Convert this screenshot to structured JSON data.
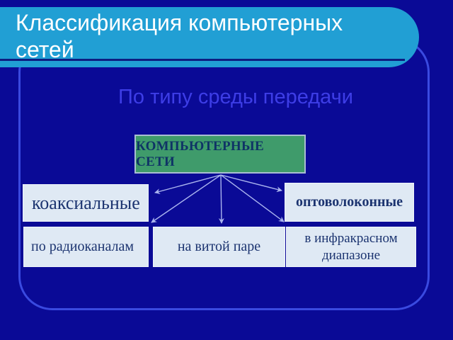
{
  "slide": {
    "title": "Классификация компьютерных сетей",
    "subtitle": "По типу среды передачи"
  },
  "diagram": {
    "root": {
      "label": "КОМПЬЮТЕРНЫЕ СЕТИ"
    },
    "children": [
      {
        "label": "коаксиальные"
      },
      {
        "label": "оптоволоконные"
      },
      {
        "label": "по радиоканалам"
      },
      {
        "label": "на витой паре"
      },
      {
        "label": "в инфракрасном диапазоне"
      }
    ]
  },
  "colors": {
    "background": "#0a0a96",
    "banner": "#219fd4",
    "banner_underline": "#0d1d80",
    "frame_border": "#3a4ae0",
    "subtitle_text": "#3d3de6",
    "root_node_fill": "#3f9b6b",
    "root_node_border": "#a9bdd2",
    "child_node_fill": "#dfe9f4",
    "node_text": "#1c3470",
    "arrow": "#aab4ee"
  }
}
